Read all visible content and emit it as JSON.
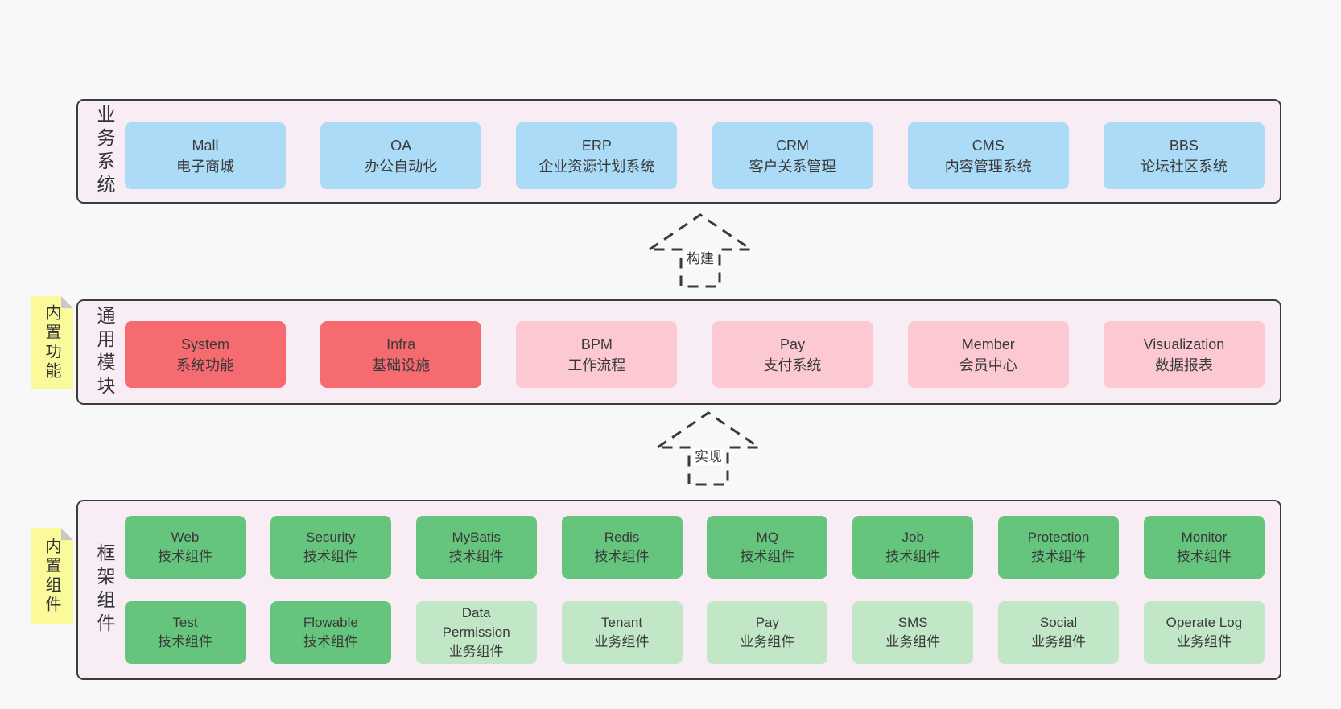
{
  "colors": {
    "page_background": "#f8f8f8",
    "container_fill": "#f8edf5",
    "container_border": "#3c3c3c",
    "blue": "#abdbf7",
    "red": "#f56b70",
    "pink": "#fcc9d2",
    "green": "#65c57d",
    "light_green": "#c1e7c7",
    "sticky_yellow": "#fafa9b",
    "sticky_fold": "#c9c9c9",
    "text": "#3a3a3a"
  },
  "arrows": [
    {
      "label": "构建"
    },
    {
      "label": "实现"
    }
  ],
  "stickies": [
    {
      "label": "内置功能"
    },
    {
      "label": "内置组件"
    }
  ],
  "layers": [
    {
      "label": "业务系统",
      "boxes": [
        {
          "name": "Mall",
          "desc": "电子商城"
        },
        {
          "name": "OA",
          "desc": "办公自动化"
        },
        {
          "name": "ERP",
          "desc": "企业资源计划系统"
        },
        {
          "name": "CRM",
          "desc": "客户关系管理"
        },
        {
          "name": "CMS",
          "desc": "内容管理系统"
        },
        {
          "name": "BBS",
          "desc": "论坛社区系统"
        }
      ]
    },
    {
      "label": "通用模块",
      "boxes": [
        {
          "name": "System",
          "desc": "系统功能"
        },
        {
          "name": "Infra",
          "desc": "基础设施"
        },
        {
          "name": "BPM",
          "desc": "工作流程"
        },
        {
          "name": "Pay",
          "desc": "支付系统"
        },
        {
          "name": "Member",
          "desc": "会员中心"
        },
        {
          "name": "Visualization",
          "desc": "数据报表"
        }
      ]
    },
    {
      "label": "框架组件",
      "rows": [
        [
          {
            "name": "Web",
            "desc": "技术组件"
          },
          {
            "name": "Security",
            "desc": "技术组件"
          },
          {
            "name": "MyBatis",
            "desc": "技术组件"
          },
          {
            "name": "Redis",
            "desc": "技术组件"
          },
          {
            "name": "MQ",
            "desc": "技术组件"
          },
          {
            "name": "Job",
            "desc": "技术组件"
          },
          {
            "name": "Protection",
            "desc": "技术组件"
          },
          {
            "name": "Monitor",
            "desc": "技术组件"
          }
        ],
        [
          {
            "name": "Test",
            "desc": "技术组件"
          },
          {
            "name": "Flowable",
            "desc": "技术组件"
          },
          {
            "name": "Data Permission",
            "desc": "业务组件"
          },
          {
            "name": "Tenant",
            "desc": "业务组件"
          },
          {
            "name": "Pay",
            "desc": "业务组件"
          },
          {
            "name": "SMS",
            "desc": "业务组件"
          },
          {
            "name": "Social",
            "desc": "业务组件"
          },
          {
            "name": "Operate Log",
            "desc": "业务组件"
          }
        ]
      ]
    }
  ]
}
